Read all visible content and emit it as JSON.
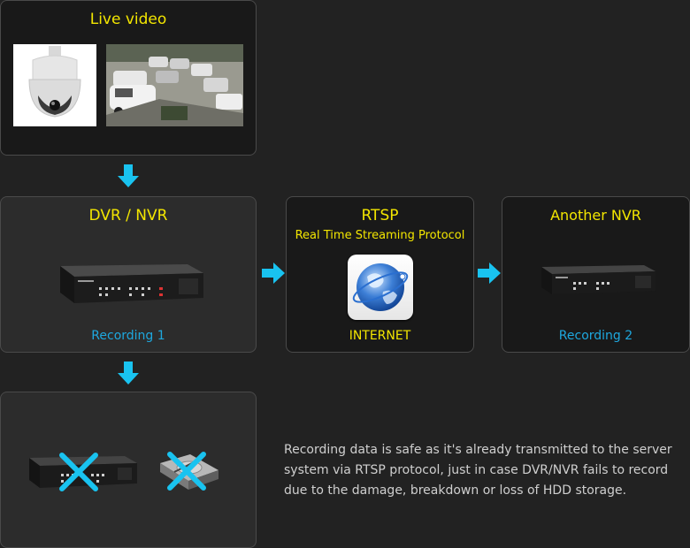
{
  "live_video": {
    "title": "Live video"
  },
  "dvr_nvr": {
    "title": "DVR / NVR",
    "caption": "Recording 1"
  },
  "rtsp": {
    "title": "RTSP",
    "subtitle": "Real Time Streaming Protocol",
    "caption": "INTERNET"
  },
  "another_nvr": {
    "title": "Another NVR",
    "caption": "Recording 2"
  },
  "note": {
    "text": "Recording data is safe as it's already transmitted to the server system via RTSP protocol, just in case DVR/NVR fails to record due to the damage, breakdown or loss of HDD storage."
  },
  "colors": {
    "title": "#f3e600",
    "caption_blue": "#1ea8df",
    "arrow": "#19c3f0",
    "cross": "#19c3f0"
  }
}
